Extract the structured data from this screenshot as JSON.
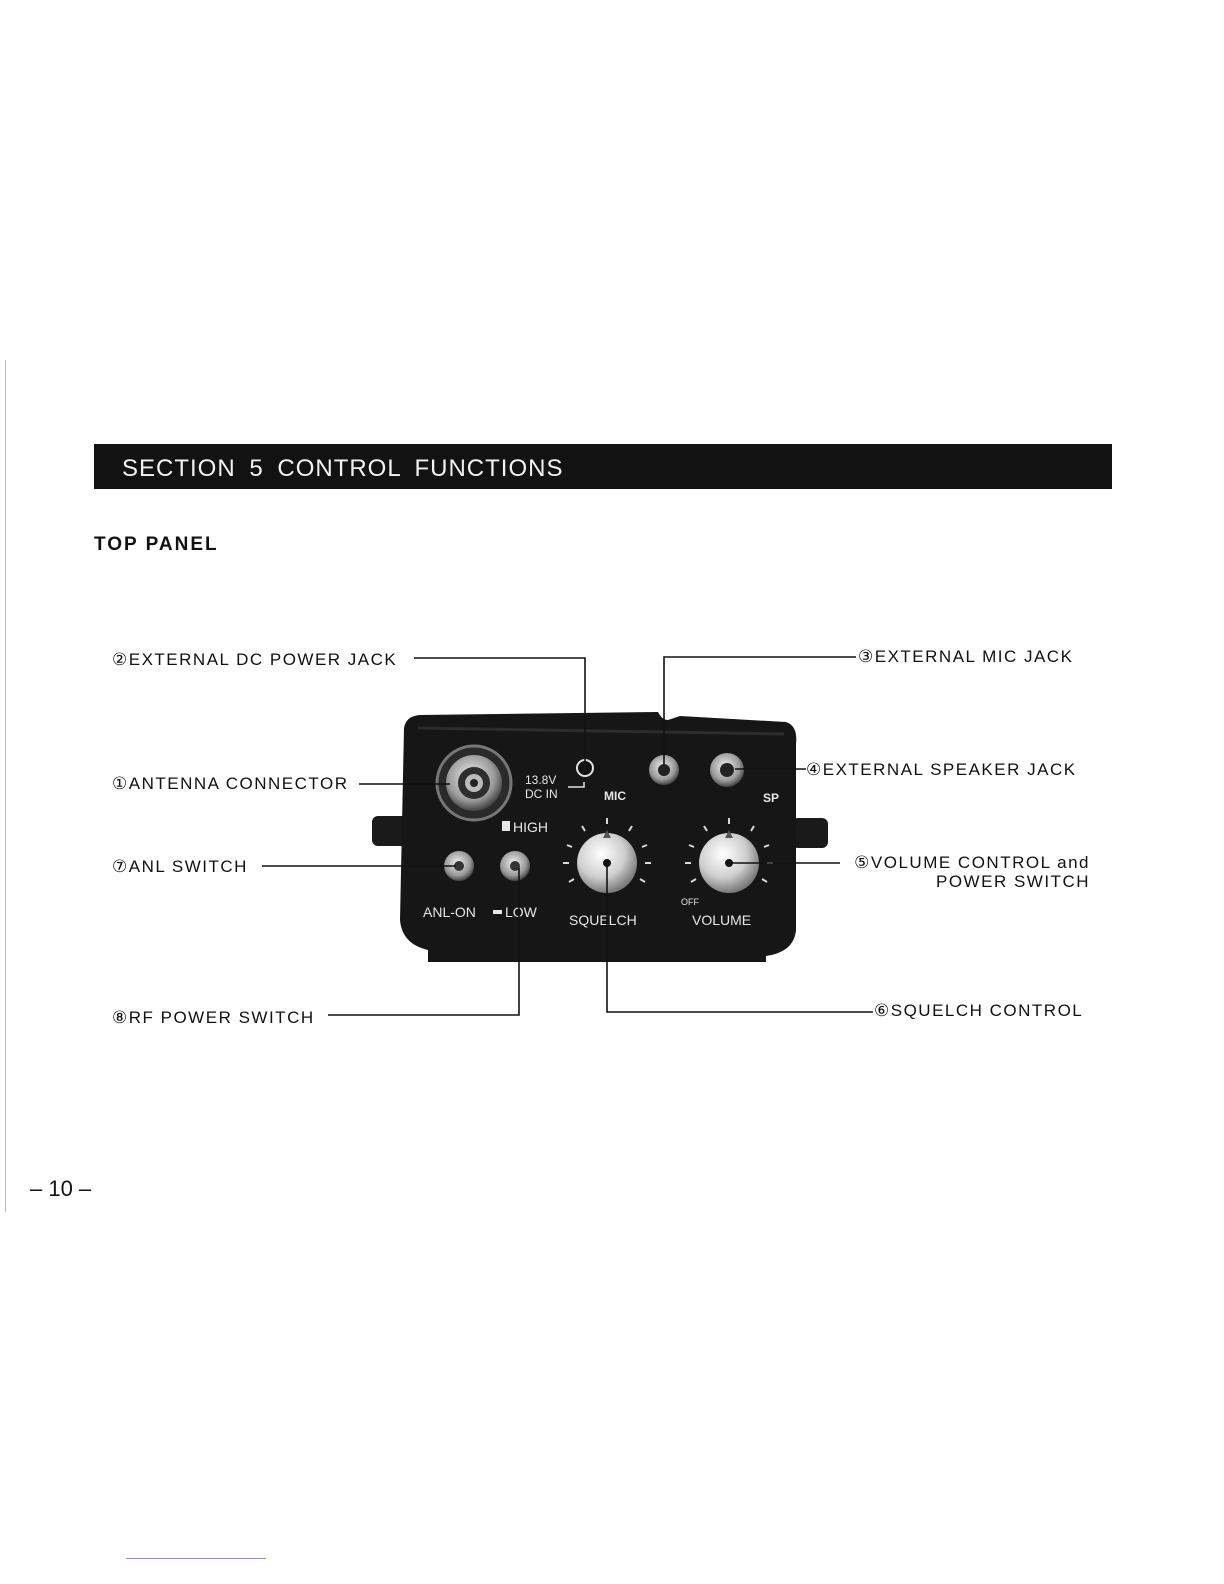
{
  "section": {
    "title": "SECTION  5  CONTROL  FUNCTIONS"
  },
  "subheading": "TOP PANEL",
  "callouts": {
    "external_dc_power_jack": "②EXTERNAL  DC  POWER  JACK",
    "external_mic_jack": "③EXTERNAL  MIC  JACK",
    "antenna_connector": "①ANTENNA  CONNECTOR",
    "external_speaker_jack": "④EXTERNAL  SPEAKER  JACK",
    "anl_switch": "⑦ANL  SWITCH",
    "volume_control_line1": "⑤VOLUME  CONTROL  and",
    "volume_control_line2": "POWER  SWITCH",
    "rf_power_switch": "⑧RF  POWER  SWITCH",
    "squelch_control": "⑥SQUELCH  CONTROL"
  },
  "panel_labels": {
    "dc_voltage": "13.8V",
    "dc_in": "DC IN",
    "mic": "MIC",
    "sp": "SP",
    "high": "HIGH",
    "anl_on": "ANL-ON",
    "low": "LOW",
    "squelch": "SQUELCH",
    "volume": "VOLUME",
    "off": "OFF"
  },
  "page_number": "– 10 –"
}
